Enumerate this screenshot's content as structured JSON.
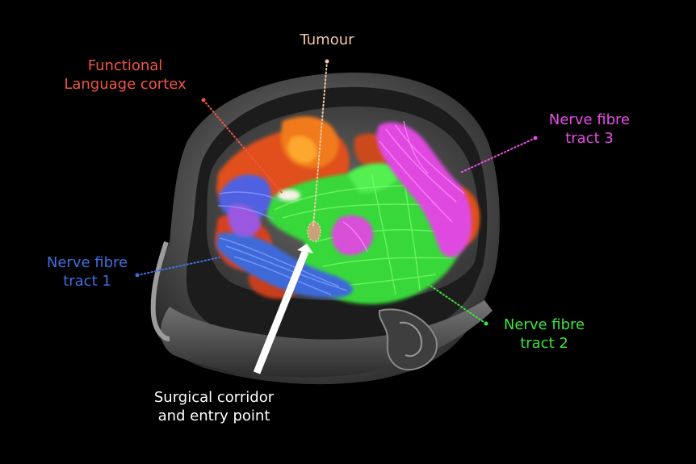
{
  "colors": {
    "tumour": "#f2c9a6",
    "language_cortex": "#f05545",
    "tract_1": "#3f6fe0",
    "tract_2": "#3de43d",
    "tract_3": "#e84ce8",
    "corridor": "#ffffff",
    "background": "#000000"
  },
  "labels": {
    "tumour": [
      "Tumour"
    ],
    "language_cortex": [
      "Functional",
      "Language cortex"
    ],
    "tract_3": [
      "Nerve fibre",
      "tract 3"
    ],
    "tract_1": [
      "Nerve fibre",
      "tract 1"
    ],
    "tract_2": [
      "Nerve fibre",
      "tract 2"
    ],
    "corridor": [
      "Surgical corridor",
      "and entry point"
    ]
  }
}
